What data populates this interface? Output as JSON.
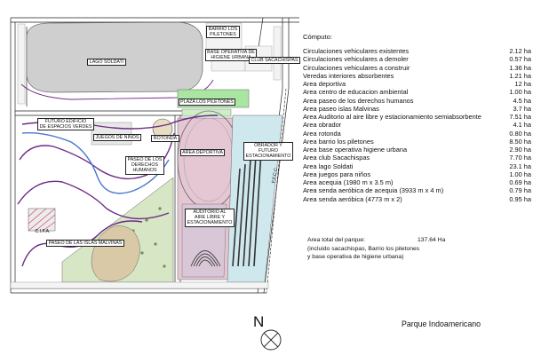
{
  "map_labels": {
    "barrio_los_piletones": "BARRIO LOS\nPILETONES",
    "base_operativa": "BASE OPERATIVA DE\nHIGIENE URBANA",
    "club_sacachispas": "CLUB SACACHISPAS",
    "lago_soldati": "LAGO SOLDATI",
    "plaza_los_piletones": "PLAZA LOS PILETONES",
    "futuro_edificio": "FUTURO EDIFICIO\nDE ESPACIOS VERDES",
    "juegos_de_ninos": "JUEGOS DE NIÑOS",
    "rotonda": "ROTONDA",
    "paseo_derechos_humanos": "PASEO DE LOS\nDERECHOS\nHUMANOS",
    "area_deportiva": "AREA DEPORTIVA",
    "obrador": "OBRADOR Y\nFUTURO\nESTACIONAMIENTO",
    "auditorio": "AUDITORIO  AL\nAIRE LIBRE Y\nESTACIONAMIENTO",
    "cifa": "C.I.F.A.",
    "paseo_islas_malvinas": "PASEO DE LAS ISLAS MALVINAS",
    "ffcc": "F.F.C.C."
  },
  "computo": {
    "title": "Cómputo:",
    "rows": [
      {
        "label": "Circulaciones vehiculares existentes",
        "value": "2.12 ha"
      },
      {
        "label": "Circulaciones vehiculares a demoler",
        "value": "0.57 ha"
      },
      {
        "label": "Circulaciones vehiculares a construir",
        "value": "1.36  ha"
      },
      {
        "label": "Veredas interiores absorbentes",
        "value": "1.21 ha"
      },
      {
        "label": "Area deportiva",
        "value": "12 ha"
      },
      {
        "label": "Area centro de educacion ambiental",
        "value": "1.00 ha"
      },
      {
        "label": "Area paseo de los derechos humanos",
        "value": "4.5 ha"
      },
      {
        "label": "Area paseo islas Malvinas",
        "value": "3.7 ha"
      },
      {
        "label": "Area Auditorio al aire libre y estacionamiento semiabsorbente",
        "value": "7.51 ha"
      },
      {
        "label": "Area obrador",
        "value": "4.1 ha"
      },
      {
        "label": "Area rotonda",
        "value": "0.80  ha"
      },
      {
        "label": "Area barrio los piletones",
        "value": "8.50 ha"
      },
      {
        "label": "Area base operativa higiene urbana",
        "value": "2.90 ha"
      },
      {
        "label": "Area club Sacachispas",
        "value": "7.70 ha"
      },
      {
        "label": "Area lago Soldati",
        "value": "23.1 ha"
      },
      {
        "label": "Area juegos para niños",
        "value": "1.00 ha"
      },
      {
        "label": "Area  acequia (1980 m x 3.5 m)",
        "value": "0.69 ha"
      },
      {
        "label": "Area senda aeróbica de acequia  (3933 m x 4 m)",
        "value": "0.79 ha"
      },
      {
        "label": "Area senda aeróbica (4773 m x 2)",
        "value": "0.95 ha"
      }
    ]
  },
  "total": {
    "label": "Area total del parque:",
    "value": "137.64 Ha",
    "note": "(incluido sacachispas, Barrio los piletones\ny base operativa de higiene urbana)"
  },
  "north_label": "N",
  "park_title": "Parque Indoamericano",
  "colors": {
    "lake": "#cfcfcf",
    "area_deportiva": "#e5c7d4",
    "obrador": "#cfe8ee",
    "paseo_ddhh": "#d7e6c5",
    "malvinas": "#d9c9a7",
    "plaza_piletones": "#a9e6a2",
    "paths": "#6d2c86",
    "acequia": "#4a78d0"
  }
}
